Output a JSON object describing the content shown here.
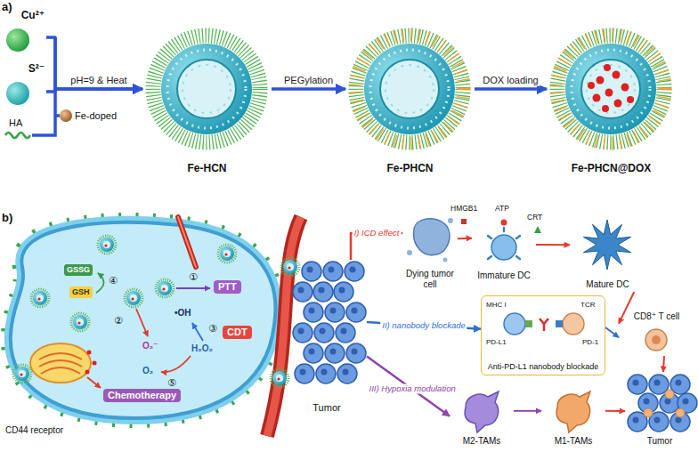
{
  "diagram": {
    "nodes": [
      {
        "text": [
          "Cu²⁺"
        ]
      },
      {
        "text": [
          "S²⁻"
        ]
      },
      {
        "text": [
          "Fe-HCN"
        ]
      },
      {
        "text": [
          "Fe-PHCN"
        ]
      },
      {
        "text": [
          "Fe-PHCN@DOX"
        ]
      },
      {
        "text": [
          "GSSG"
        ]
      },
      {
        "text": [
          "GSH"
        ]
      },
      {
        "text": [
          "PTT"
        ]
      },
      {
        "text": [
          "CDT"
        ]
      },
      {
        "text": [
          "Chemotherapy"
        ]
      },
      {
        "text": [
          "Tumor"
        ]
      },
      {
        "text": [
          "Dying tumor cell"
        ]
      },
      {
        "text": [
          "Immature DC"
        ]
      },
      {
        "text": [
          "Mature DC"
        ]
      },
      {
        "text": [
          "CD8⁺ T cell"
        ]
      },
      {
        "text": [
          "Anti-PD-L1 nanobody blockade"
        ]
      },
      {
        "text": [
          "M2-TAMs"
        ]
      },
      {
        "text": [
          "M1-TAMs"
        ]
      },
      {
        "text": [
          "Tumor"
        ]
      }
    ],
    "edges": [
      {
        "from": 0,
        "to": 2,
        "arrow": "to",
        "label": "pH=9 & Heat"
      },
      {
        "from": 1,
        "to": 2,
        "arrow": "to"
      },
      {
        "from": 2,
        "to": 3,
        "arrow": "to",
        "label": "PEGylation"
      },
      {
        "from": 3,
        "to": 4,
        "arrow": "to",
        "label": "DOX loading"
      },
      {
        "from": 10,
        "to": 11,
        "arrow": "to",
        "label": "I) ICD effect"
      },
      {
        "from": 10,
        "to": 15,
        "arrow": "to",
        "label": "II) nanobody blockade"
      },
      {
        "from": 10,
        "to": 16,
        "arrow": "to",
        "label": "III) Hypoxia modulation"
      },
      {
        "from": 11,
        "to": 12,
        "arrow": "to"
      },
      {
        "from": 12,
        "to": 13,
        "arrow": "to"
      },
      {
        "from": 13,
        "to": 14,
        "arrow": "to"
      },
      {
        "from": 15,
        "to": 14,
        "arrow": "to"
      },
      {
        "from": 16,
        "to": 17,
        "arrow": "to"
      },
      {
        "from": 17,
        "to": 18,
        "arrow": "to"
      },
      {
        "from": 14,
        "to": 18,
        "arrow": "to"
      }
    ],
    "labels": [
      "a)",
      "HA",
      "Fe-doped",
      "b)",
      "①",
      "②",
      "③",
      "④",
      "⑤",
      "•OH",
      "O₂⁻",
      "H₂O₂",
      "O₂",
      "CD44 receptor",
      "HMGB1",
      "ATP",
      "CRT",
      "MHC I",
      "TCR",
      "PD-L1",
      "PD-1"
    ]
  }
}
